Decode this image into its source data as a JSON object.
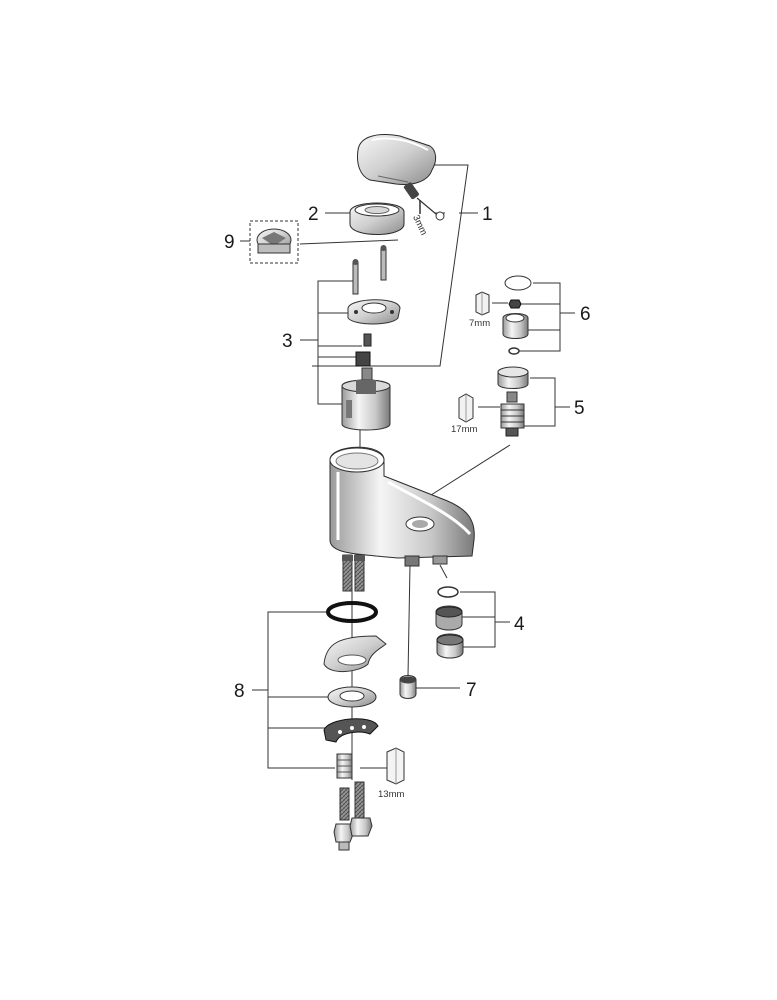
{
  "callouts": {
    "c1": "1",
    "c2": "2",
    "c3": "3",
    "c4": "4",
    "c5": "5",
    "c6": "6",
    "c7": "7",
    "c8": "8",
    "c9": "9"
  },
  "tool_sizes": {
    "hex_3": "3mm",
    "nut_7": "7mm",
    "nut_17": "17mm",
    "nut_13": "13mm"
  },
  "colors": {
    "line": "#333333",
    "chrome_light": "#f2f2f2",
    "chrome_dark": "#8a8a8a",
    "oring": "#1a1a1a"
  }
}
